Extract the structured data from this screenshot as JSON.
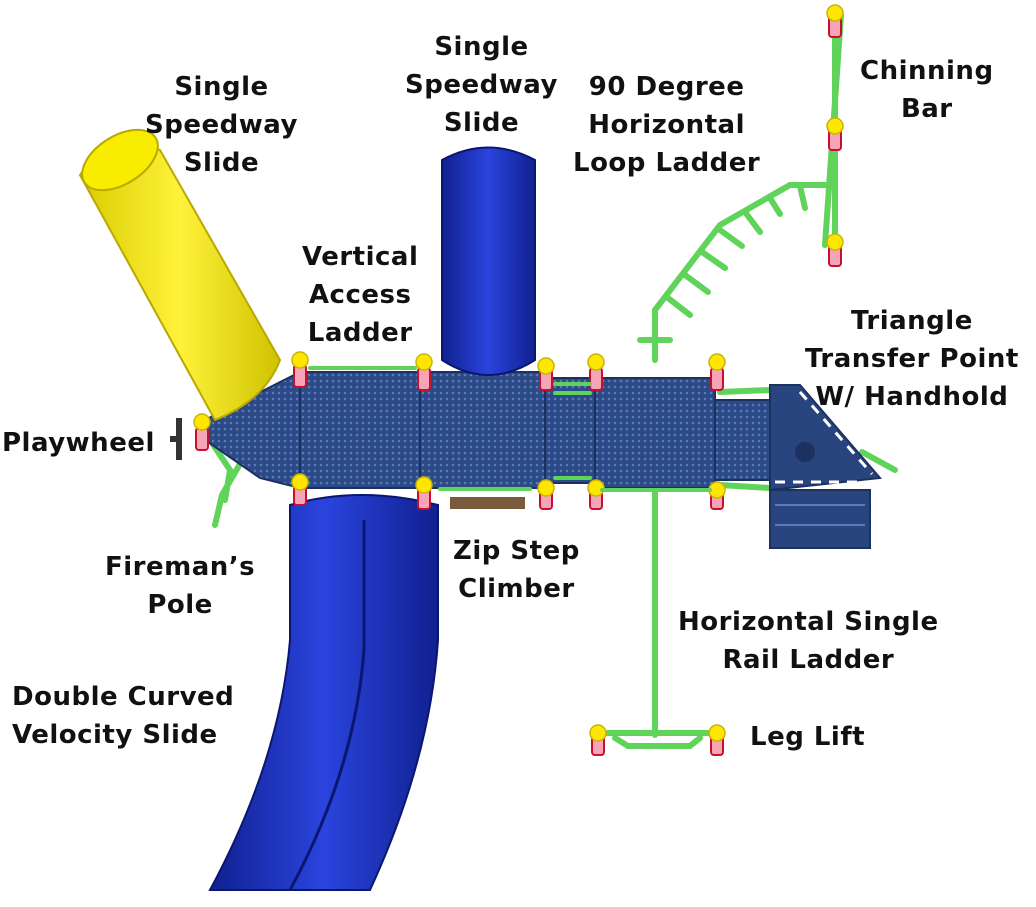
{
  "labels": {
    "single_speedway_slide_left": [
      "Single",
      "Speedway",
      "Slide"
    ],
    "single_speedway_slide_center": [
      "Single",
      "Speedway",
      "Slide"
    ],
    "horizontal_loop_ladder": [
      "90 Degree",
      "Horizontal",
      "Loop Ladder"
    ],
    "chinning_bar": [
      "Chinning",
      "Bar"
    ],
    "vertical_access_ladder": [
      "Vertical",
      "Access",
      "Ladder"
    ],
    "triangle_transfer_point": [
      "Triangle",
      "Transfer Point",
      "W/ Handhold"
    ],
    "playwheel": "Playwheel",
    "firemans_pole": [
      "Fireman’s",
      "Pole"
    ],
    "zip_step_climber": [
      "Zip Step",
      "Climber"
    ],
    "horizontal_single_rail_ladder": [
      "Horizontal Single",
      "Rail Ladder"
    ],
    "double_curved_velocity_slide": [
      "Double Curved",
      "Velocity Slide"
    ],
    "leg_lift": "Leg Lift"
  },
  "colors": {
    "slide_yellow": "#f2e600",
    "slide_blue": "#1a2fc0",
    "deck_navy": "#2a4680",
    "rail_green": "#5fd35a",
    "post_red": "#c8102e",
    "cap_yellow": "#ffe600",
    "text": "#111111"
  }
}
